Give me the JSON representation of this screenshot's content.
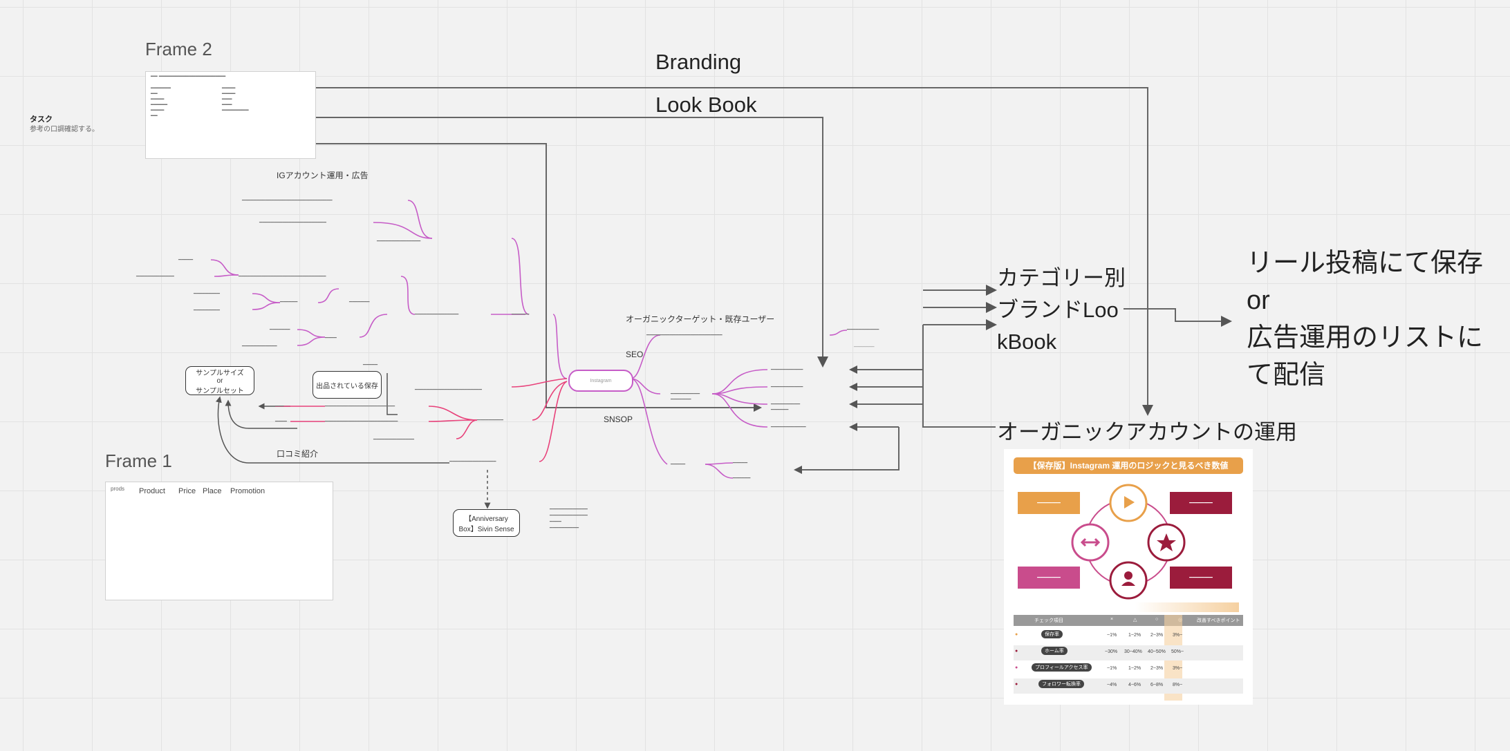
{
  "frames": {
    "frame2_label": "Frame 2",
    "frame1_label": "Frame 1",
    "frame1_cols": [
      "Product",
      "Price",
      "Place",
      "Promotion"
    ],
    "frame1_corner": "prods"
  },
  "task": {
    "title": "タスク",
    "sub": "参考の口調確認する。"
  },
  "labels": {
    "branding": "Branding",
    "lookbook": "Look Book",
    "ig_section": "IGアカウント運用・広告",
    "organic_target": "オーガニックターゲット・既存ユーザー",
    "seo": "SEO",
    "snsop": "SNSOP",
    "kuchikomi": "口コミ紹介",
    "sample_box_line1": "サンプルサイズ",
    "sample_box_line2": "or",
    "sample_box_line3": "サンプルセット",
    "used_box": "出品されている保存",
    "anniversary_line1": "【Anniversary",
    "anniversary_line2": "Box】Sivin Sense",
    "category_lines": [
      "カテゴリー別",
      "ブランドLoo",
      "kBook"
    ],
    "reel_lines": [
      "リール投稿にて保存",
      "or",
      "広告運用のリストに",
      "て配信"
    ],
    "organic_account": "オーガニックアカウントの運用",
    "hub": "Instagram"
  },
  "infographic": {
    "title": "【保存版】Instagram 運用のロジックと見るべき数値",
    "table_headers": [
      "チェック項目",
      "×",
      "△",
      "○",
      "◎",
      "改善すべきポイント"
    ],
    "rows": [
      {
        "name": "保存率",
        "vals": [
          "~1%",
          "1~2%",
          "2~3%",
          "3%~"
        ]
      },
      {
        "name": "ホーム率",
        "vals": [
          "~30%",
          "30~40%",
          "40~50%",
          "50%~"
        ]
      },
      {
        "name": "プロフィールアクセス率",
        "vals": [
          "~1%",
          "1~2%",
          "2~3%",
          "3%~"
        ]
      },
      {
        "name": "フォロワー転換率",
        "vals": [
          "~4%",
          "4~6%",
          "6~8%",
          "8%~"
        ]
      }
    ]
  },
  "colors": {
    "purple": "#c65cc7",
    "pink": "#e8417a",
    "orange": "#e8a04a",
    "crimson": "#9b1c3c",
    "magenta": "#c94c8c",
    "connector": "#666666"
  }
}
